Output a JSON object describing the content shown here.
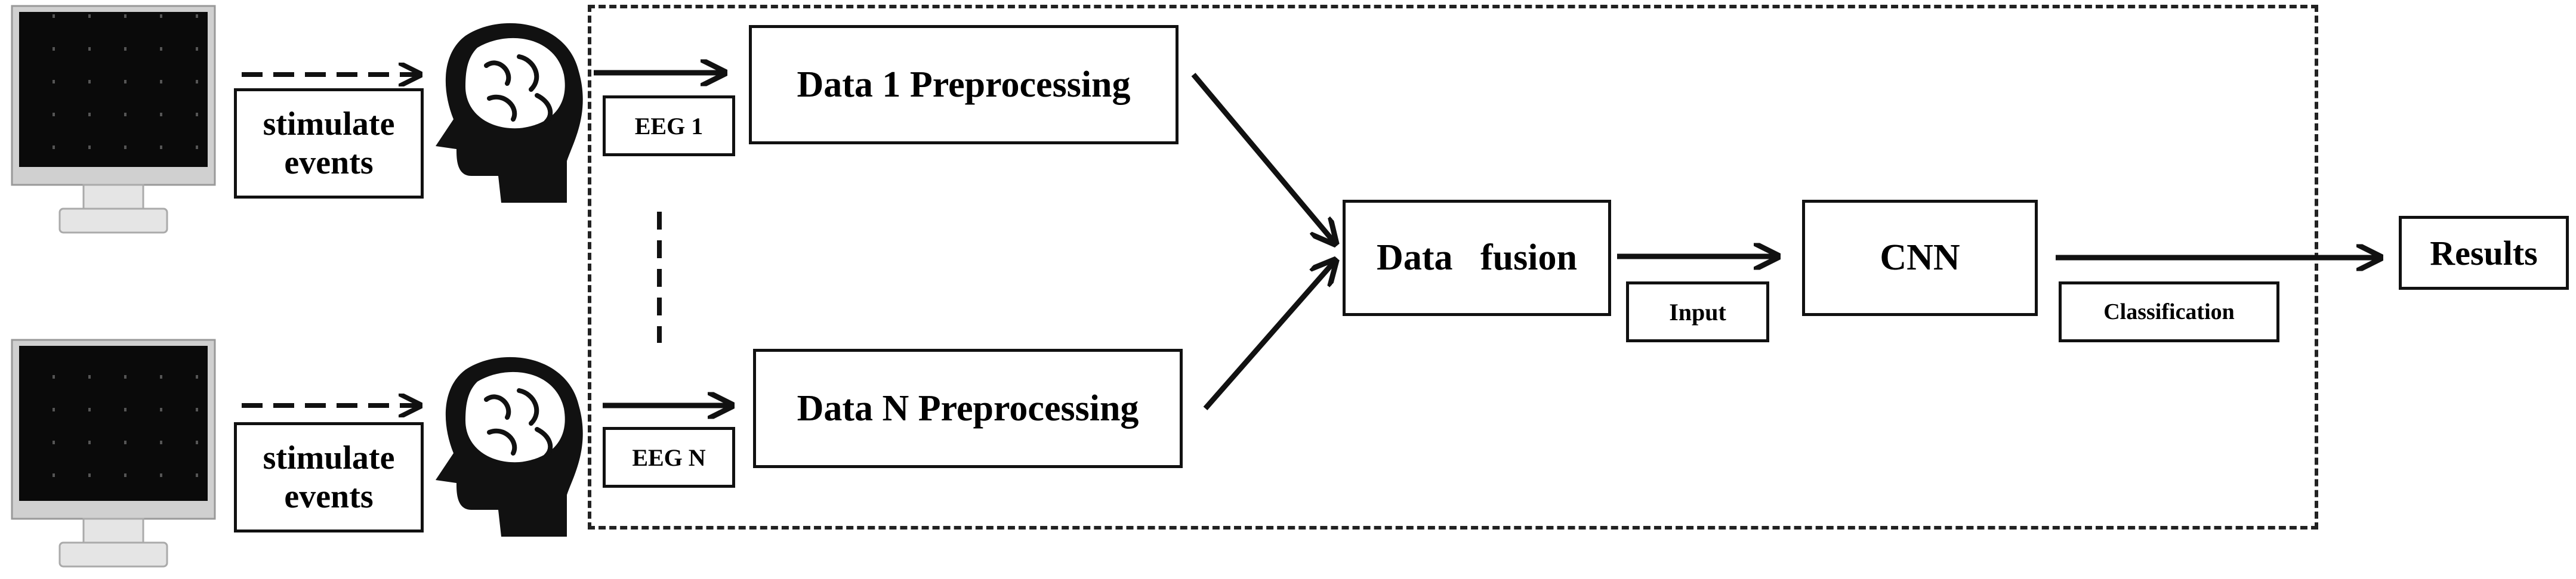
{
  "diagram": {
    "stimulus_label_top": "stimulate\nevents",
    "stimulus_label_bottom": "stimulate\nevents",
    "eeg_top": "EEG 1",
    "eeg_bottom": "EEG N",
    "preprocess_top": "Data 1  Preprocessing",
    "preprocess_bottom": "Data N  Preprocessing",
    "fusion": "Data   fusion",
    "input_label": "Input",
    "cnn": "CNN",
    "classification_label": "Classification",
    "results": "Results"
  }
}
